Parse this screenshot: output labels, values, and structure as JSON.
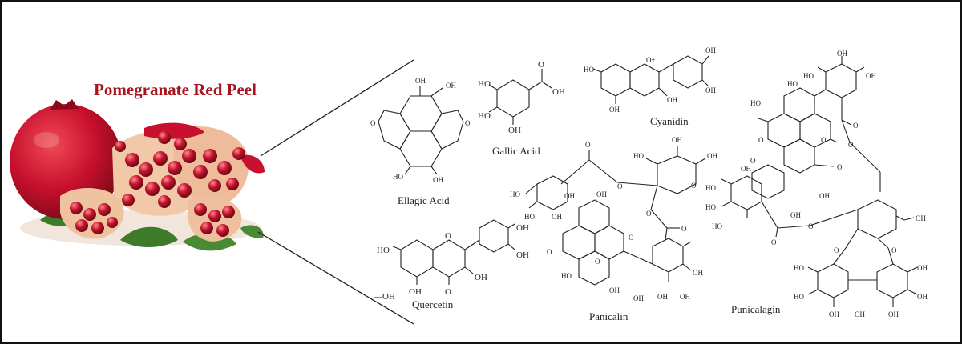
{
  "title": "Pomegranate Red Peel",
  "colors": {
    "title": "#a8141c",
    "fruit_red": "#c8102e",
    "fruit_dark": "#8b0a1a",
    "aril": "#b3122a",
    "pith": "#f2c9a8",
    "leaf": "#3d7a2a",
    "bond": "#222222",
    "frame": "#111111"
  },
  "compounds": {
    "ellagic": "Ellagic Acid",
    "gallic": "Gallic Acid",
    "cyanidin": "Cyanidin",
    "quercetin": "Quercetin",
    "panicalin": "Panicalin",
    "punicalagin": "Punicalagin"
  },
  "atoms": {
    "oh": "OH",
    "ho": "HO",
    "o": "O",
    "oplus": "O+",
    "oh_chain": "—OH"
  }
}
